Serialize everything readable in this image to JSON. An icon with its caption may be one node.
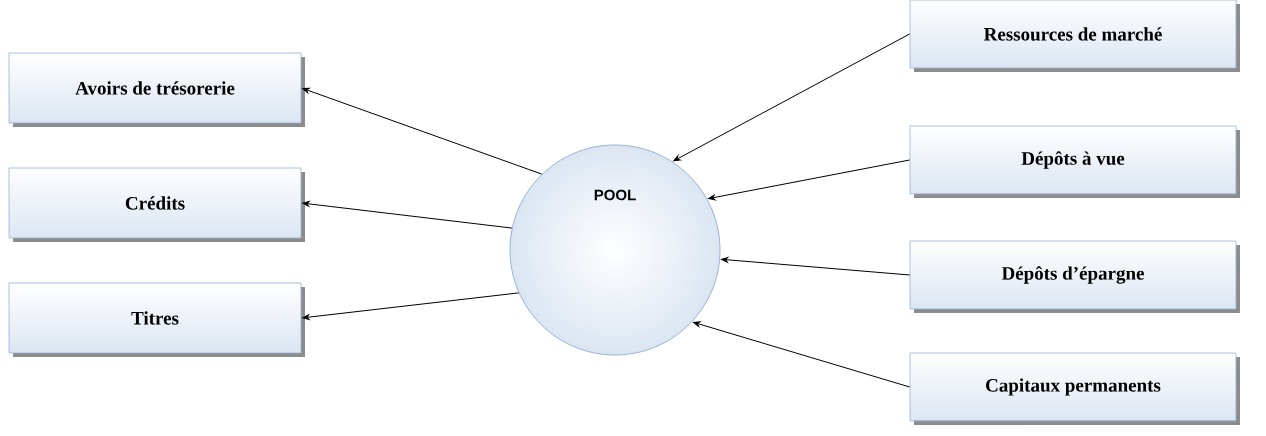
{
  "diagram": {
    "nodes": [
      {
        "text": [
          "Avoirs de trésorerie"
        ]
      },
      {
        "text": [
          "Crédits"
        ]
      },
      {
        "text": [
          "Titres"
        ]
      },
      {
        "text": [
          "POOL"
        ]
      },
      {
        "text": [
          "Ressources de marché"
        ]
      },
      {
        "text": [
          "Dépôts à vue"
        ]
      },
      {
        "text": [
          "Dépôts d’épargne"
        ]
      },
      {
        "text": [
          "Capitaux permanents"
        ]
      }
    ],
    "edges": [
      {
        "from": 3,
        "to": 0,
        "arrow": "to"
      },
      {
        "from": 3,
        "to": 1,
        "arrow": "to"
      },
      {
        "from": 3,
        "to": 2,
        "arrow": "to"
      },
      {
        "from": 4,
        "to": 3,
        "arrow": "to"
      },
      {
        "from": 5,
        "to": 3,
        "arrow": "to"
      },
      {
        "from": 6,
        "to": 3,
        "arrow": "to"
      },
      {
        "from": 7,
        "to": 3,
        "arrow": "to"
      }
    ]
  }
}
